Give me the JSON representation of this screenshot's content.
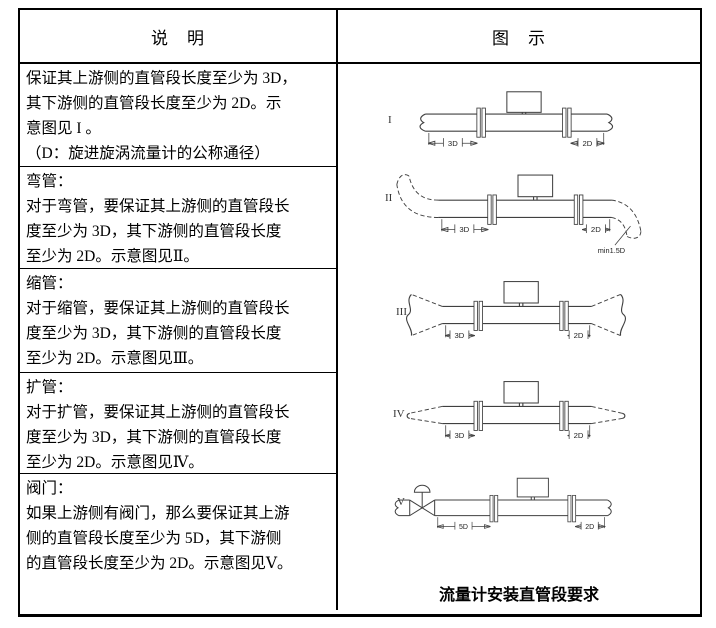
{
  "colors": {
    "border": "#000000",
    "text": "#000000",
    "diagram_line": "#404040"
  },
  "header": {
    "desc_label": "说　明",
    "illus_label": "图　示"
  },
  "rows": [
    {
      "text": "保证其上游侧的直管段长度至少为 3D，\n其下游侧的直管段长度至少为 2D。示\n意图见 I 。\n（D：旋进旋涡流量计的公称通径）"
    },
    {
      "text": "弯管：\n对于弯管，要保证其上游侧的直管段长\n度至少为 3D，其下游侧的直管段长度\n至少为 2D。示意图见Ⅱ。"
    },
    {
      "text": "缩管：\n对于缩管，要保证其上游侧的直管段长\n度至少为 3D，其下游侧的直管段长度\n至少为 2D。示意图见Ⅲ。"
    },
    {
      "text": "扩管：\n对于扩管，要保证其上游侧的直管段长\n度至少为 3D，其下游侧的直管段长度\n至少为 2D。示意图见Ⅳ。"
    },
    {
      "text": "阀门：\n如果上游侧有阀门，那么要保证其上游\n侧的直管段长度至少为 5D，其下游侧\n的直管段长度至少为 2D。示意图见Ⅴ。"
    }
  ],
  "diagrams": [
    {
      "numeral": "I",
      "dim_upstream": "3D",
      "dim_downstream": "2D"
    },
    {
      "numeral": "II",
      "dim_upstream": "3D",
      "dim_downstream": "2D",
      "note": "min1.5D"
    },
    {
      "numeral": "III",
      "dim_upstream": "3D",
      "dim_downstream": "2D"
    },
    {
      "numeral": "IV",
      "dim_upstream": "3D",
      "dim_downstream": "2D"
    },
    {
      "numeral": "V",
      "dim_upstream": "5D",
      "dim_downstream": "2D"
    }
  ],
  "caption": "流量计安装直管段要求"
}
